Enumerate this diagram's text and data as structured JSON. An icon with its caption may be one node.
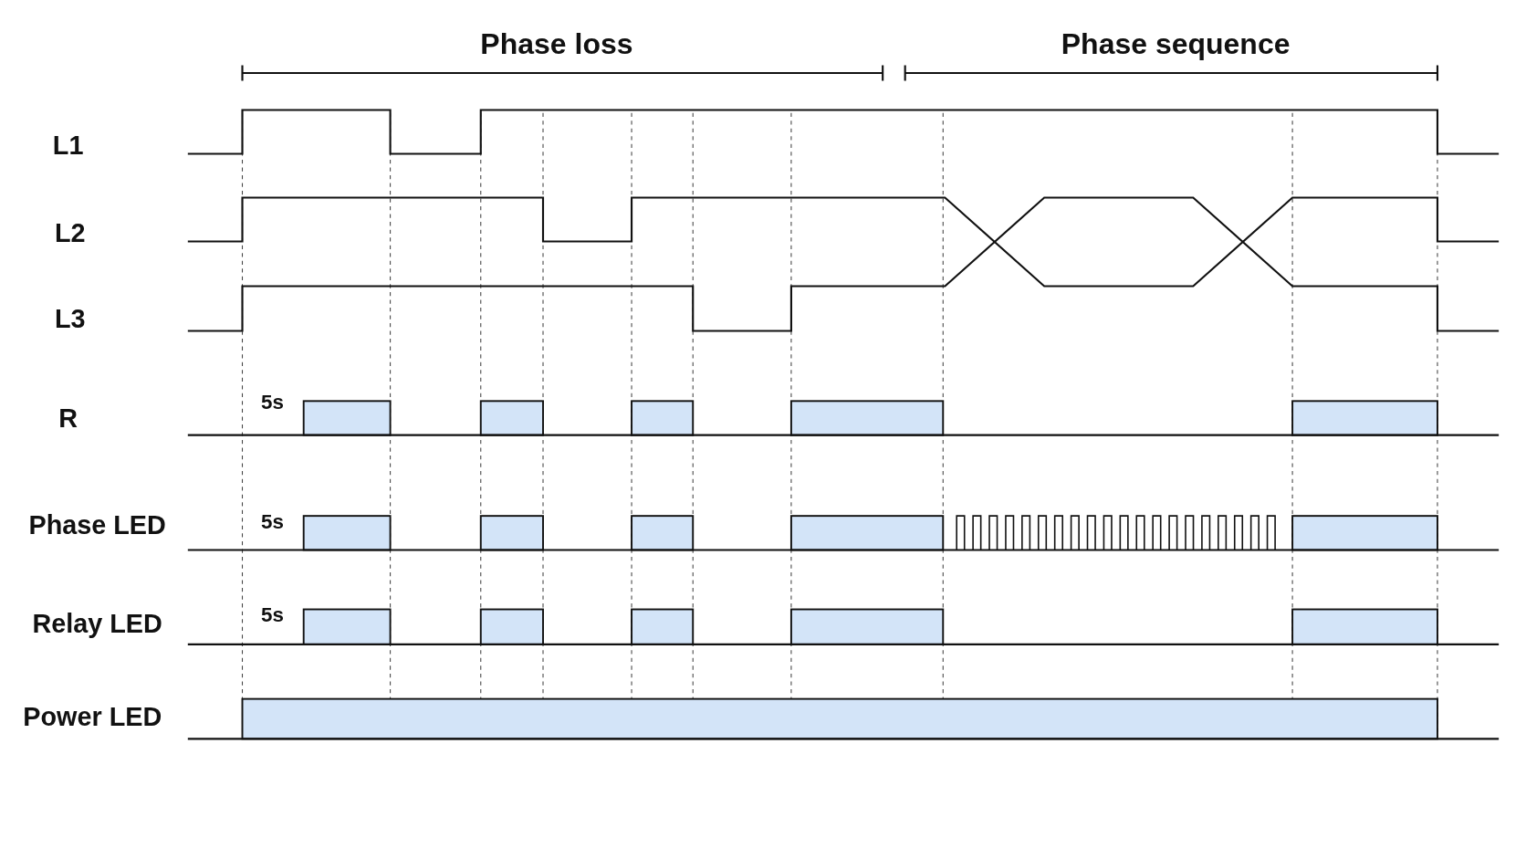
{
  "diagram": {
    "labels": [
      "Phase loss",
      "Phase sequence",
      "L1",
      "L2",
      "L3",
      "R",
      "Phase LED",
      "Relay LED",
      "Power LED",
      "5s",
      "5s",
      "5s"
    ]
  }
}
